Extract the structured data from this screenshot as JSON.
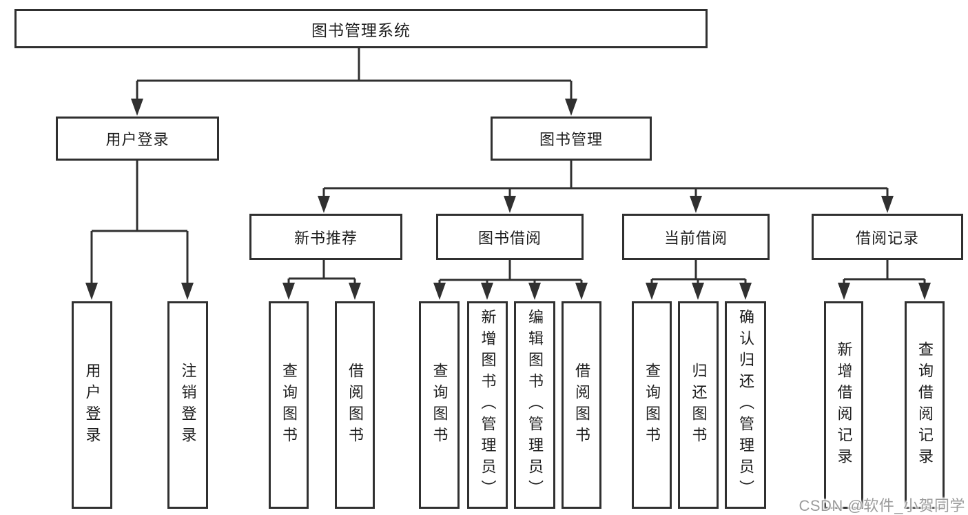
{
  "diagram": {
    "root": {
      "label": "图书管理系统"
    },
    "level2": [
      {
        "label": "用户登录"
      },
      {
        "label": "图书管理"
      }
    ],
    "level3": [
      {
        "label": "新书推荐",
        "parent": "图书管理"
      },
      {
        "label": "图书借阅",
        "parent": "图书管理"
      },
      {
        "label": "当前借阅",
        "parent": "图书管理"
      },
      {
        "label": "借阅记录",
        "parent": "图书管理"
      }
    ],
    "leaves": [
      {
        "label": "用户登录",
        "parent": "用户登录"
      },
      {
        "label": "注销登录",
        "parent": "用户登录"
      },
      {
        "label": "查询图书",
        "parent": "新书推荐"
      },
      {
        "label": "借阅图书",
        "parent": "新书推荐"
      },
      {
        "label": "查询图书",
        "parent": "图书借阅"
      },
      {
        "label": "新增图书（管理员）",
        "parent": "图书借阅"
      },
      {
        "label": "编辑图书（管理员）",
        "parent": "图书借阅"
      },
      {
        "label": "借阅图书",
        "parent": "图书借阅"
      },
      {
        "label": "查询图书",
        "parent": "当前借阅"
      },
      {
        "label": "归还图书",
        "parent": "当前借阅"
      },
      {
        "label": "确认归还（管理员）",
        "parent": "当前借阅"
      },
      {
        "label": "新增借阅记录",
        "parent": "借阅记录"
      },
      {
        "label": "查询借阅记录",
        "parent": "借阅记录"
      }
    ],
    "watermark": "CSDN @软件_小贺同学",
    "colors": {
      "line": "#303030",
      "box_border": "#303030",
      "box_background": "#ffffff",
      "text": "#1d1d1d",
      "watermark": "#9c9c9c",
      "background": "#ffffff"
    }
  }
}
